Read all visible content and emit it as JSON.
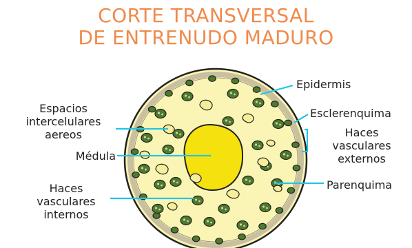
{
  "title": {
    "line1": "CORTE TRANSVERSAL",
    "line2": "DE ENTRENUDO MADURO"
  },
  "labels": {
    "epidermis": "Epidermis",
    "esclerenquima": "Esclerenquima",
    "haces_ext_1": "Haces",
    "haces_ext_2": "vasculares",
    "haces_ext_3": "externos",
    "parenquima": "Parenquima",
    "espacios_1": "Espacios",
    "espacios_2": "intercelulares",
    "espacios_3": "aereos",
    "medula": "Médula",
    "haces_int_1": "Haces",
    "haces_int_2": "vasculares",
    "haces_int_3": "internos"
  },
  "colors": {
    "title": "#f08a4b",
    "leader": "#22c6e6",
    "parenchyma": "#fbf5b5",
    "outline": "#222222",
    "medula": "#f5e10d",
    "bundle": "#4e7a2e",
    "air_space": "#f6ee9a",
    "cortex_band": "#c9c0a0"
  }
}
